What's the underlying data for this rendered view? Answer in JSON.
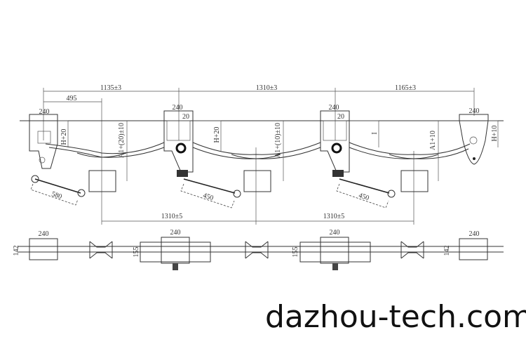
{
  "drawing": {
    "side_view": {
      "top_dims": [
        "1135±3",
        "1310±3",
        "1165±3"
      ],
      "offset_dim": "495",
      "hanger_widths": [
        "240",
        "240",
        "240",
        "240"
      ],
      "hanger_slots": [
        "20",
        "20"
      ],
      "heights": [
        "H+20",
        "H+20",
        "I",
        "H+10"
      ],
      "axle_heights": [
        "A1+(20)±10",
        "A1+(10)±10",
        "A1+10"
      ],
      "rod_lengths": [
        "580",
        "450",
        "450"
      ],
      "bottom_dims": [
        "1310±5",
        "1310±5"
      ]
    },
    "top_view": {
      "widths": [
        "240",
        "240",
        "240",
        "240"
      ],
      "heights": [
        "142",
        "155",
        "155",
        "142"
      ]
    }
  },
  "watermark": "dazhou-tech.com"
}
